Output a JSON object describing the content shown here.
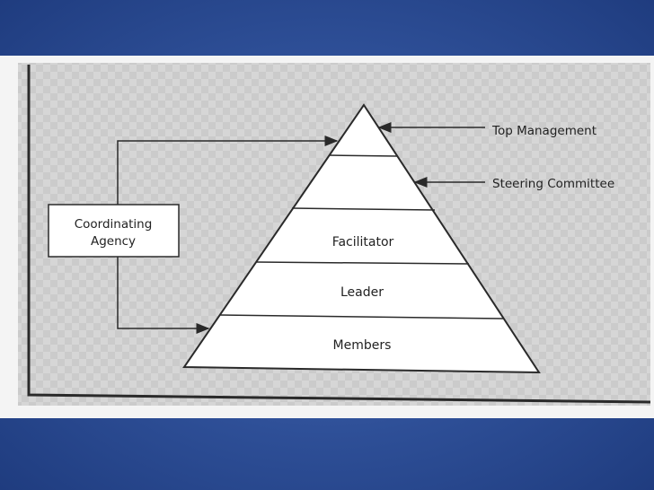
{
  "diagram": {
    "tiers": [
      {
        "id": "top",
        "label": "Top Management"
      },
      {
        "id": "steering",
        "label": "Steering Committee"
      },
      {
        "id": "facilitator",
        "label": "Facilitator"
      },
      {
        "id": "leader",
        "label": "Leader"
      },
      {
        "id": "members",
        "label": "Members"
      }
    ],
    "side_box": {
      "line1": "Coordinating",
      "line2": "Agency"
    }
  },
  "colors": {
    "background": "#2e4f97",
    "paper": "#d9d9d9",
    "line": "#2a2a2a"
  }
}
